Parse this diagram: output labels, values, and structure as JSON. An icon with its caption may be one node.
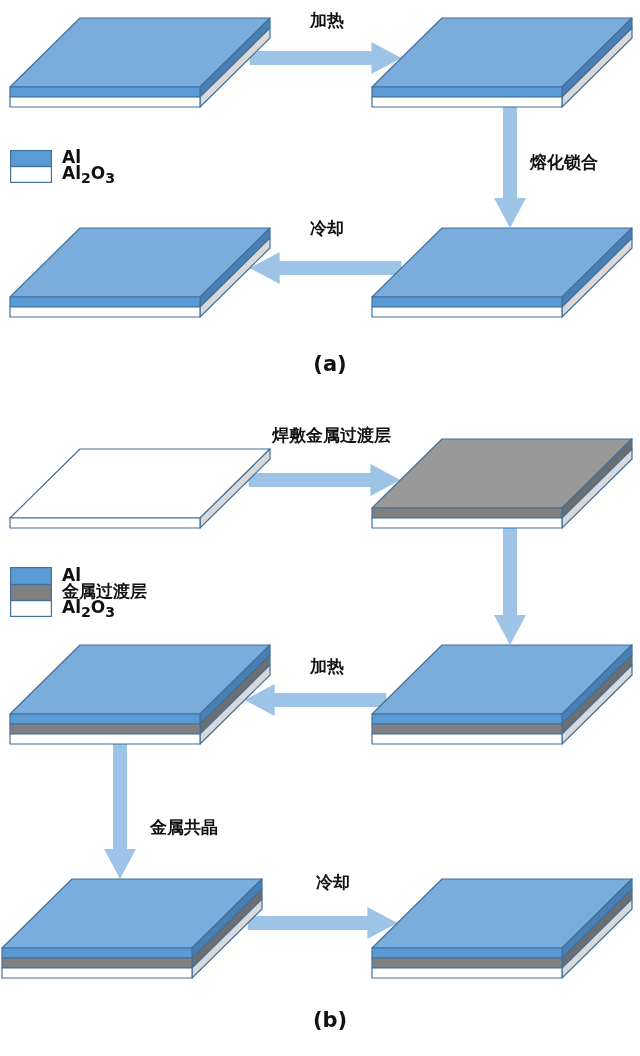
{
  "diagram": {
    "nodes": [
      {
        "text": [],
        "shape": "picture"
      },
      {
        "text": [],
        "shape": "picture"
      },
      {
        "text": [],
        "shape": "picture"
      },
      {
        "text": [],
        "shape": "picture"
      },
      {
        "text": [],
        "shape": "picture"
      },
      {
        "text": [],
        "shape": "picture"
      },
      {
        "text": [],
        "shape": "picture"
      },
      {
        "text": [],
        "shape": "picture"
      },
      {
        "text": [],
        "shape": "picture"
      },
      {
        "text": [],
        "shape": "picture"
      }
    ],
    "edges": [
      {
        "from": 0,
        "to": 1,
        "arrow": "to",
        "label": "加热"
      },
      {
        "from": 1,
        "to": 3,
        "arrow": "to",
        "label": "熔化锁合"
      },
      {
        "from": 3,
        "to": 2,
        "arrow": "to",
        "label": "冷却"
      },
      {
        "from": 4,
        "to": 5,
        "arrow": "to",
        "label": "焊敷金属过渡层"
      },
      {
        "from": 5,
        "to": 7,
        "arrow": "to"
      },
      {
        "from": 7,
        "to": 6,
        "arrow": "to",
        "label": "加热"
      },
      {
        "from": 6,
        "to": 8,
        "arrow": "to",
        "label": "金属共晶"
      },
      {
        "from": 8,
        "to": 9,
        "arrow": "to",
        "label": "冷却"
      }
    ],
    "labels": [
      "(a)",
      "(b)"
    ],
    "legend": [
      {
        "text": "Al",
        "color": "#5b9bd5"
      },
      {
        "text": "Al$_{2}$O$_{3}$",
        "color": "#ffffff"
      },
      {
        "text": "Al",
        "color": "#5b9bd5"
      },
      {
        "text": "金属过渡层",
        "color": "#808080"
      },
      {
        "text": "Al$_{2}$O$_{3}$",
        "color": "#ffffff"
      }
    ]
  }
}
